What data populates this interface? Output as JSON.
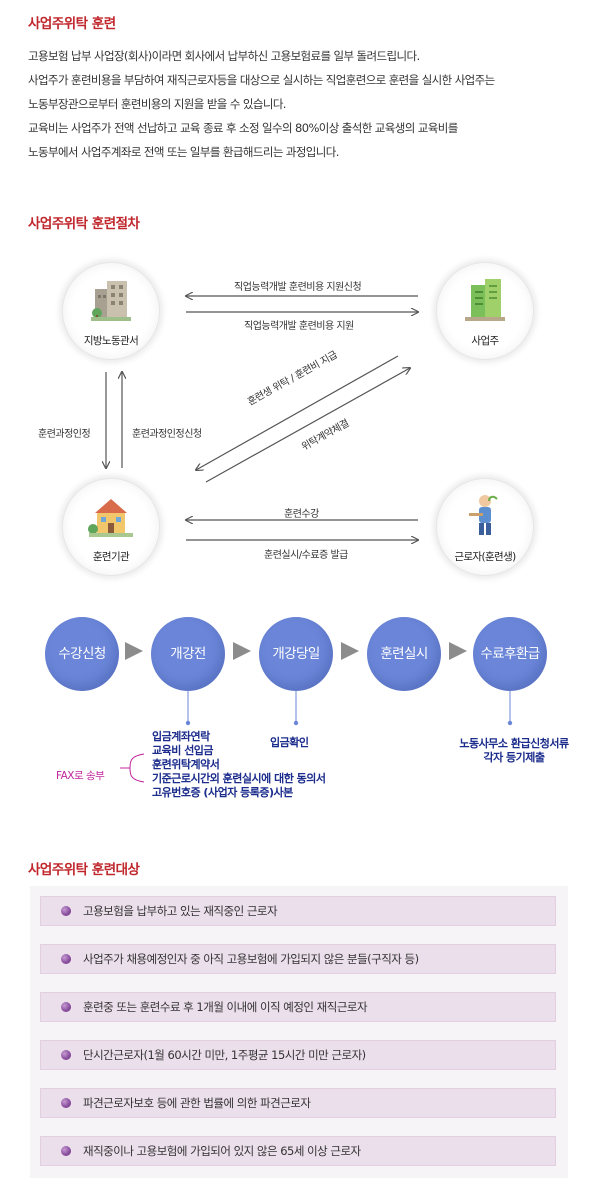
{
  "section1": {
    "title": "사업주위탁 훈련",
    "paragraph": [
      "고용보험 납부 사업장(회사)이라면 회사에서 납부하신 고용보험료를 일부 돌려드립니다.",
      "사업주가 훈련비용을 부담하여 재직근로자등을 대상으로 실시하는 직업훈련으로 훈련을 실시한 사업주는",
      "노동부장관으로부터 훈련비용의 지원을 받을 수 있습니다.",
      "교육비는 사업주가 전액 선납하고 교육 종료 후 소정 일수의 80%이상 출석한 교육생의 교육비를",
      "노동부에서 사업주계좌로 전액 또는 일부를 환급해드리는 과정입니다."
    ]
  },
  "section2": {
    "title": "사업주위탁 훈련절차",
    "nodes": {
      "labor_office": "지방노동관서",
      "employer": "사업주",
      "training_org": "훈련기관",
      "worker": "근로자(훈련생)"
    },
    "flows": {
      "employer_to_office": "직업능력개발 훈련비용 지원신청",
      "office_to_employer": "직업능력개발 훈련비용 지원",
      "office_to_org": "훈련과정인정",
      "org_to_office": "훈련과정인정신청",
      "employer_to_org": "훈련생 위탁 / 훈련비 지급",
      "org_to_employer": "위탁계약체결",
      "worker_to_org": "훈련수강",
      "org_to_worker": "훈련실시/수료증 발급"
    },
    "steps": [
      "수강신청",
      "개강전",
      "개강당일",
      "훈련실시",
      "수료후환급"
    ],
    "step2_notes": [
      "입금계좌연락",
      "교육비 선입금",
      "훈련위탁계약서",
      "기준근로시간외 훈련실시에 대한 동의서",
      "고유번호증 (사업자 등록증)사본"
    ],
    "step3_notes": [
      "입금확인"
    ],
    "step5_notes": [
      "노동사무소 환급신청서류",
      "각자 등기제출"
    ],
    "fax_label": "FAX로 송부"
  },
  "section3": {
    "title": "사업주위탁 훈련대상",
    "items": [
      "고용보험을 납부하고 있는 재직중인 근로자",
      "사업주가 채용예정인자 중 아직 고용보험에 가입되지 않은 분들(구직자 등)",
      "훈련중 또는 훈련수료 후 1개월 이내에 이직 예정인 재직근로자",
      "단시간근로자(1월 60시간 미만, 1주평균 15시간 미만 근로자)",
      "파견근로자보호 등에 관한 법률에 의한 파견근로자",
      "재직중이나 고용보험에 가입되어 있지 않은 65세 이상 근로자"
    ]
  },
  "colors": {
    "title_red": "#c0272d",
    "step_blue": "#6b86d8",
    "note_navy": "#1b2c8c",
    "fax_magenta": "#c0279c",
    "bar_lilac": "#ecdfec"
  }
}
